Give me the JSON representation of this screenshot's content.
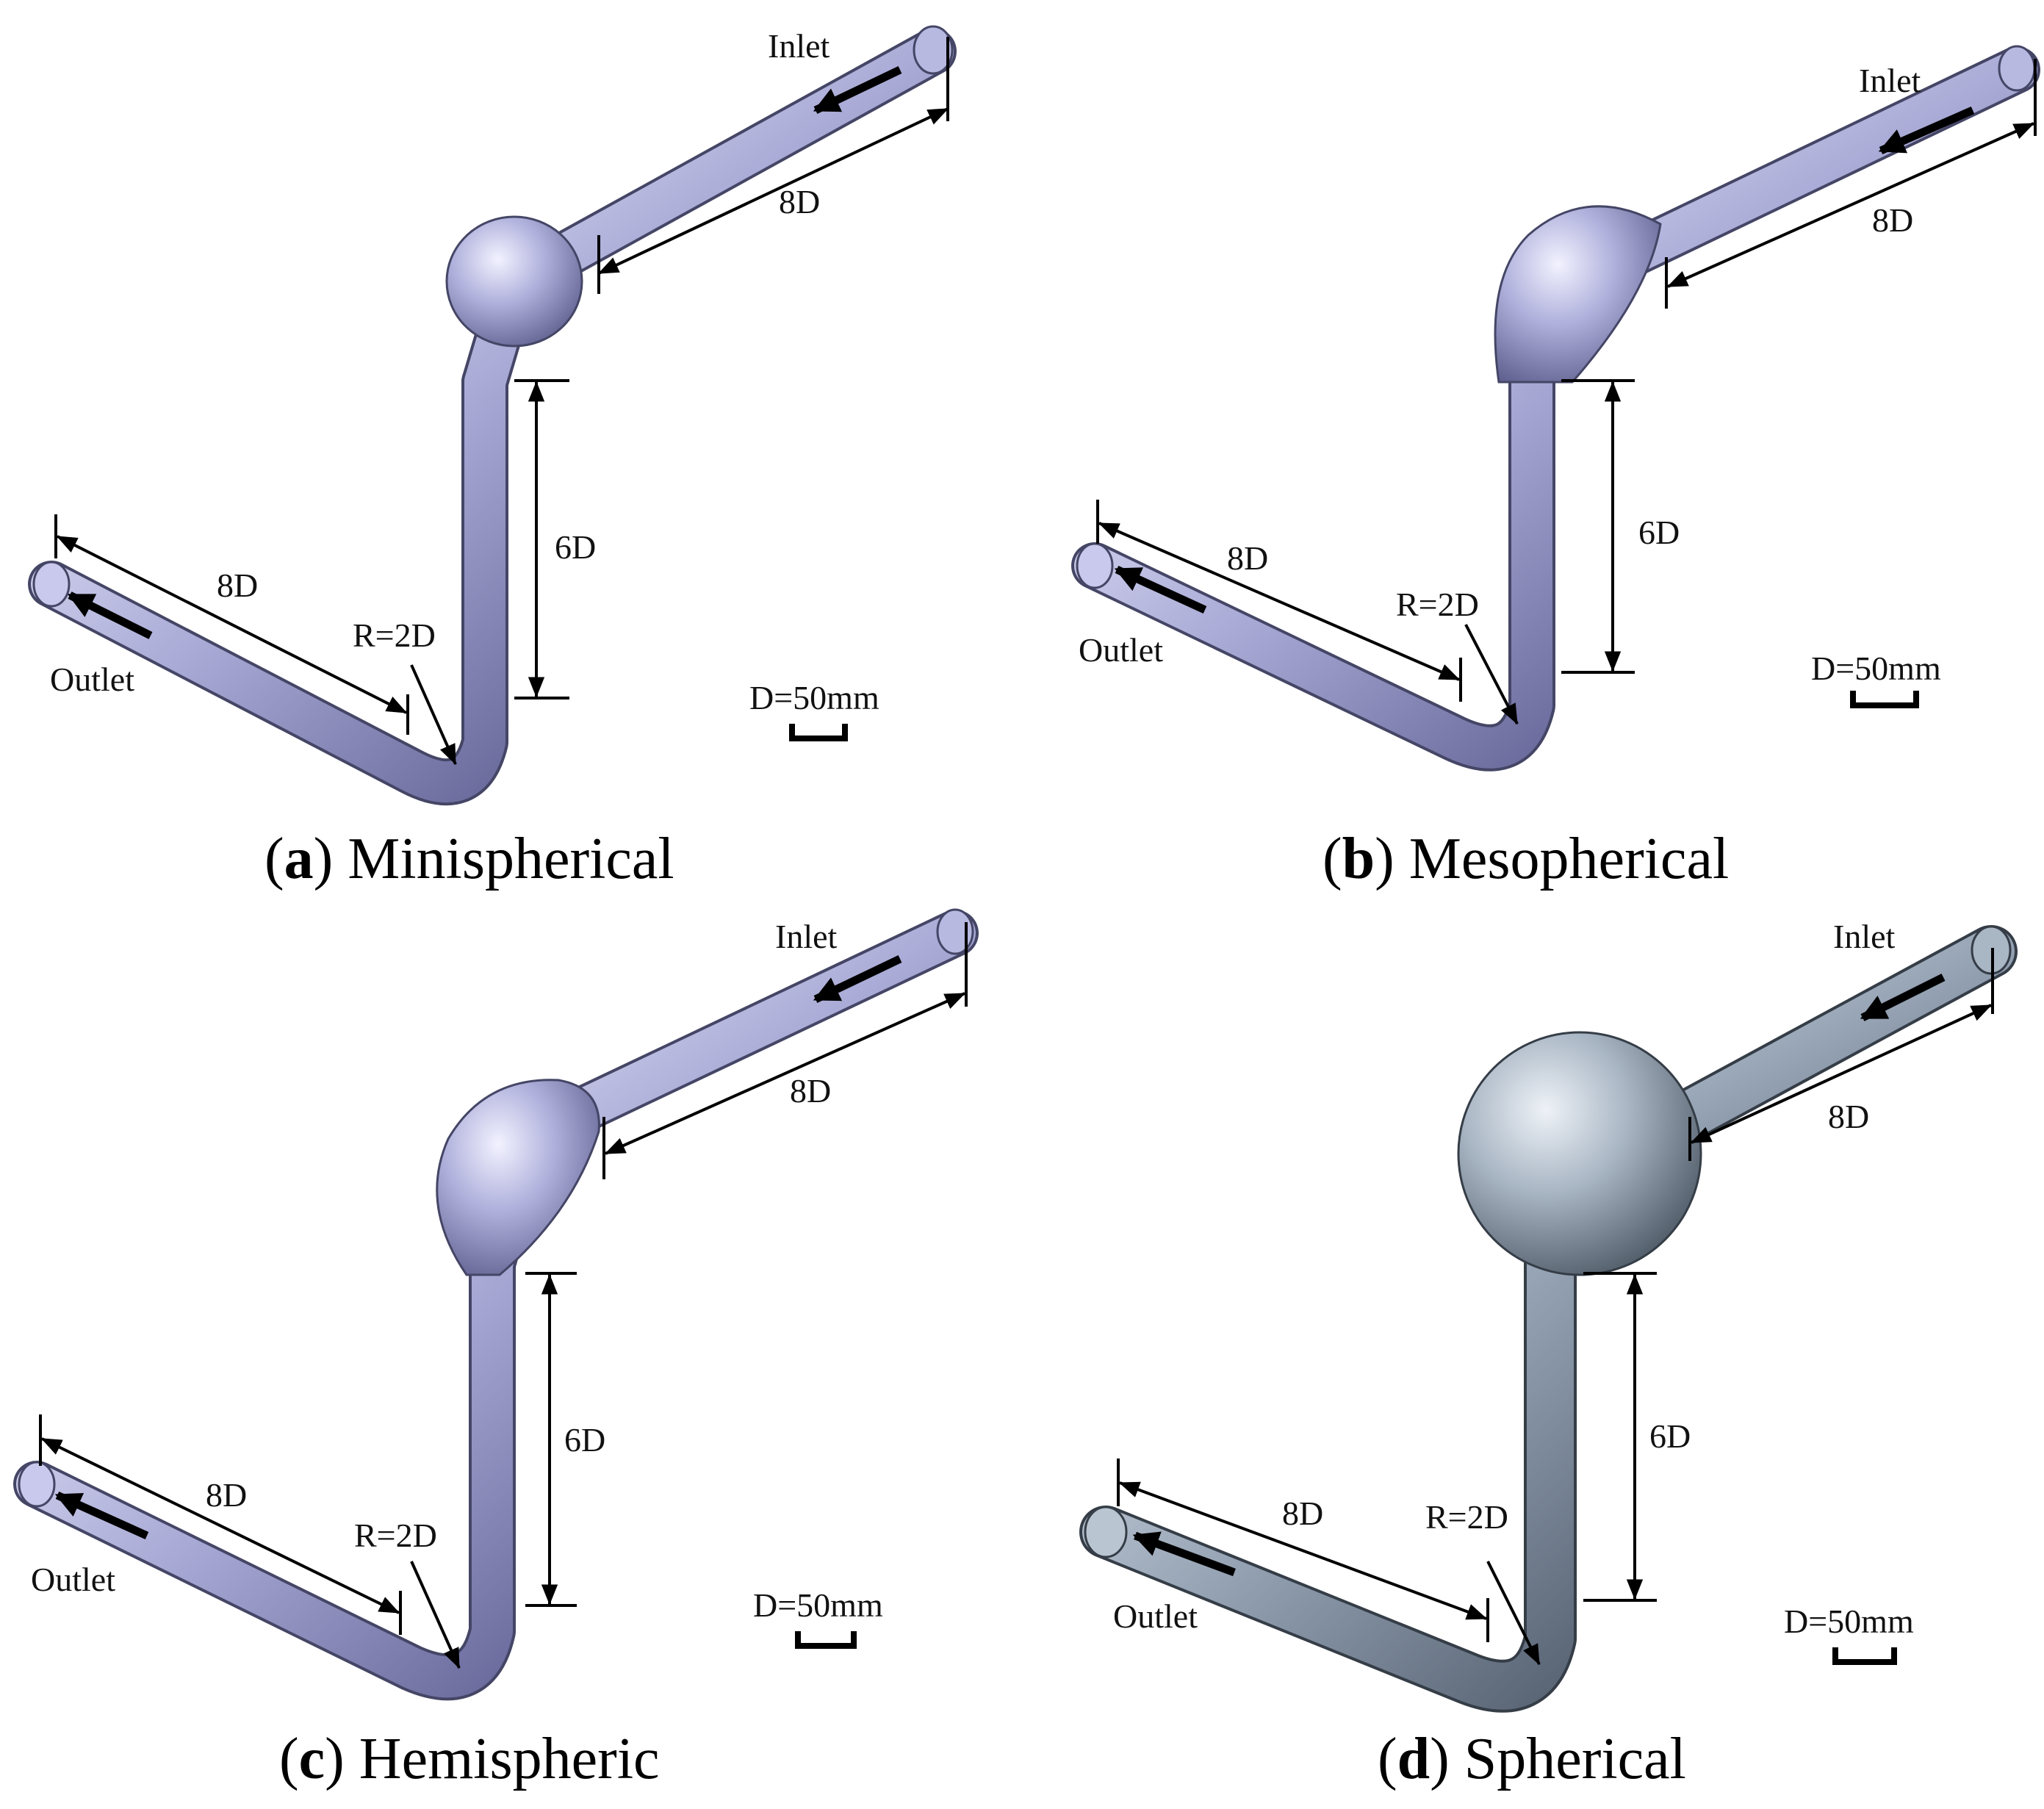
{
  "colors": {
    "pipe_light": "#e3e4f8",
    "pipe_mid": "#a9aad6",
    "pipe_dark": "#6d6e9f",
    "pipe_outline": "#454666",
    "pipe_d_light": "#d4dce6",
    "pipe_d_mid": "#95a3b4",
    "pipe_d_dark": "#5b6777",
    "pipe_d_outline": "#353d47",
    "dimension_line": "#000000"
  },
  "panels": [
    {
      "id": "a",
      "letter": "a",
      "caption": "Minispherical",
      "junction_style": "small-bulb",
      "labels": {
        "inlet": "Inlet",
        "outlet": "Outlet",
        "inlet_length": "8D",
        "riser_length": "6D",
        "outlet_length": "8D",
        "bend_radius": "R=2D",
        "diameter": "D=50mm"
      }
    },
    {
      "id": "b",
      "letter": "b",
      "caption": "Mesopherical",
      "junction_style": "medium-bulb",
      "labels": {
        "inlet": "Inlet",
        "outlet": "Outlet",
        "inlet_length": "8D",
        "riser_length": "6D",
        "outlet_length": "8D",
        "bend_radius": "R=2D",
        "diameter": "D=50mm"
      }
    },
    {
      "id": "c",
      "letter": "c",
      "caption": "Hemispheric",
      "junction_style": "hemisphere",
      "labels": {
        "inlet": "Inlet",
        "outlet": "Outlet",
        "inlet_length": "8D",
        "riser_length": "6D",
        "outlet_length": "8D",
        "bend_radius": "R=2D",
        "diameter": "D=50mm"
      }
    },
    {
      "id": "d",
      "letter": "d",
      "caption": "Spherical",
      "junction_style": "sphere",
      "labels": {
        "inlet": "Inlet",
        "outlet": "Outlet",
        "inlet_length": "8D",
        "riser_length": "6D",
        "outlet_length": "8D",
        "bend_radius": "R=2D",
        "diameter": "D=50mm"
      }
    }
  ]
}
